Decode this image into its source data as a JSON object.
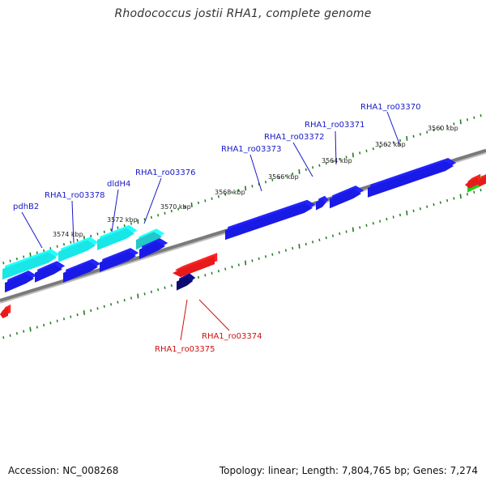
{
  "title": "Rhodococcus jostii RHA1, complete genome",
  "footer": {
    "accession": "Accession: NC_008268",
    "summary": "Topology: linear; Length: 7,804,765 bp; Genes: 7,274"
  },
  "colors": {
    "forward_gene": "#1a1ae6",
    "cyan_gene": "#19e6e6",
    "reverse_gene": "#e61a1a",
    "navy_gene": "#0a0a70",
    "green_gene": "#22cc22",
    "tick": "#1f7a1f",
    "forward_label": "#1818c8",
    "reverse_label": "#cc1010"
  },
  "scale_labels": [
    "3560 kbp",
    "3562 kbp",
    "3564 kbp",
    "3566 kbp",
    "3568 kbp",
    "3570 kbp",
    "3572 kbp",
    "3574 kbp"
  ],
  "gene_labels": {
    "forward": [
      "RHA1_ro03370",
      "RHA1_ro03371",
      "RHA1_ro03372",
      "RHA1_ro03373",
      "RHA1_ro03376",
      "dldH4",
      "RHA1_ro03378",
      "pdhB2"
    ],
    "reverse": [
      "RHA1_ro03374",
      "RHA1_ro03375"
    ]
  }
}
